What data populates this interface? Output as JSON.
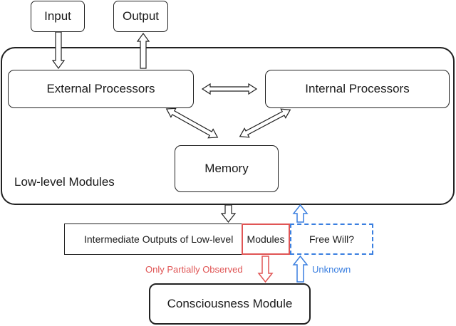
{
  "nodes": {
    "input": "Input",
    "output": "Output",
    "external": "External Processors",
    "internal": "Internal Processors",
    "memory": "Memory",
    "lowlevel": "Low-level Modules",
    "intermediate": "Intermediate Outputs of Low-level",
    "modules": "Modules",
    "freewill": "Free Will?",
    "consciousness": "Consciousness Module"
  },
  "edge_labels": {
    "partial": "Only Partially Observed",
    "unknown": "Unknown"
  },
  "colors": {
    "red": "#e05555",
    "blue": "#3a7fe0",
    "line": "#222222"
  }
}
